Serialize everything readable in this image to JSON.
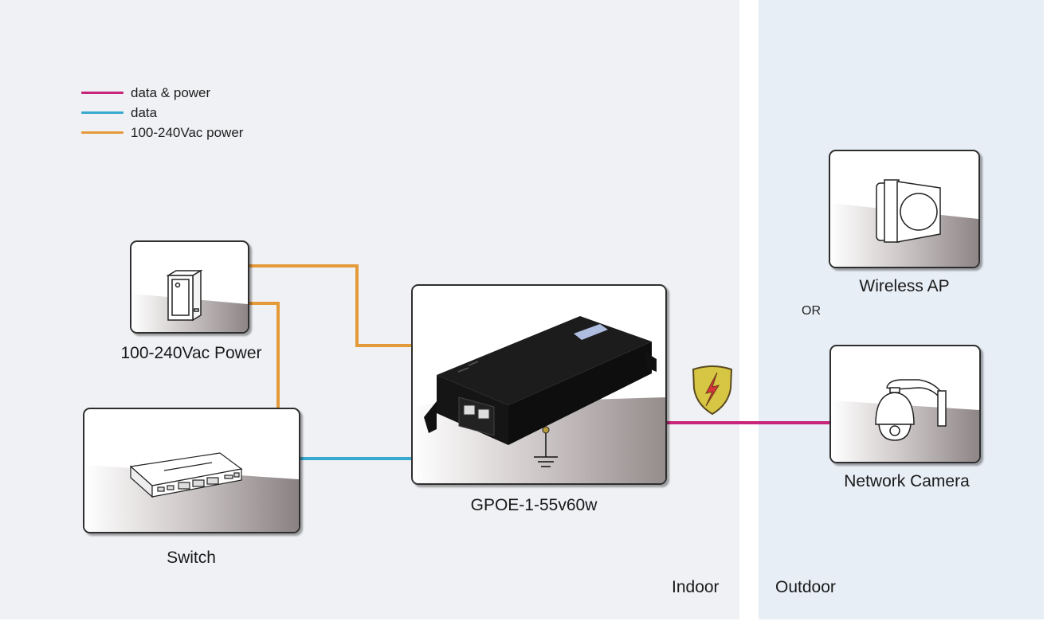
{
  "legend": {
    "items": [
      {
        "label": "data & power",
        "color": "#c8267a"
      },
      {
        "label": "data",
        "color": "#3aa9cf"
      },
      {
        "label": "100-240Vac power",
        "color": "#e59a3a"
      }
    ]
  },
  "zones": {
    "indoor": {
      "label": "Indoor",
      "color": "#eff1f4"
    },
    "outdoor": {
      "label": "Outdoor",
      "color": "#e8eef6"
    }
  },
  "devices": {
    "power": {
      "label": "100-240Vac Power",
      "icon": "power-outlet-icon"
    },
    "switch": {
      "label": "Switch",
      "icon": "network-switch-icon"
    },
    "injector": {
      "label": "GPOE-1-55v60w",
      "icon": "poe-injector-icon"
    },
    "wireless_ap": {
      "label": "Wireless AP",
      "icon": "wireless-ap-icon"
    },
    "camera": {
      "label": "Network Camera",
      "icon": "ptz-camera-icon"
    }
  },
  "or_label": "OR",
  "surge_protection": {
    "icon": "surge-shield-icon"
  },
  "colors": {
    "data_power": "#c8267a",
    "data": "#3aa9cf",
    "ac_power": "#e59a3a"
  }
}
